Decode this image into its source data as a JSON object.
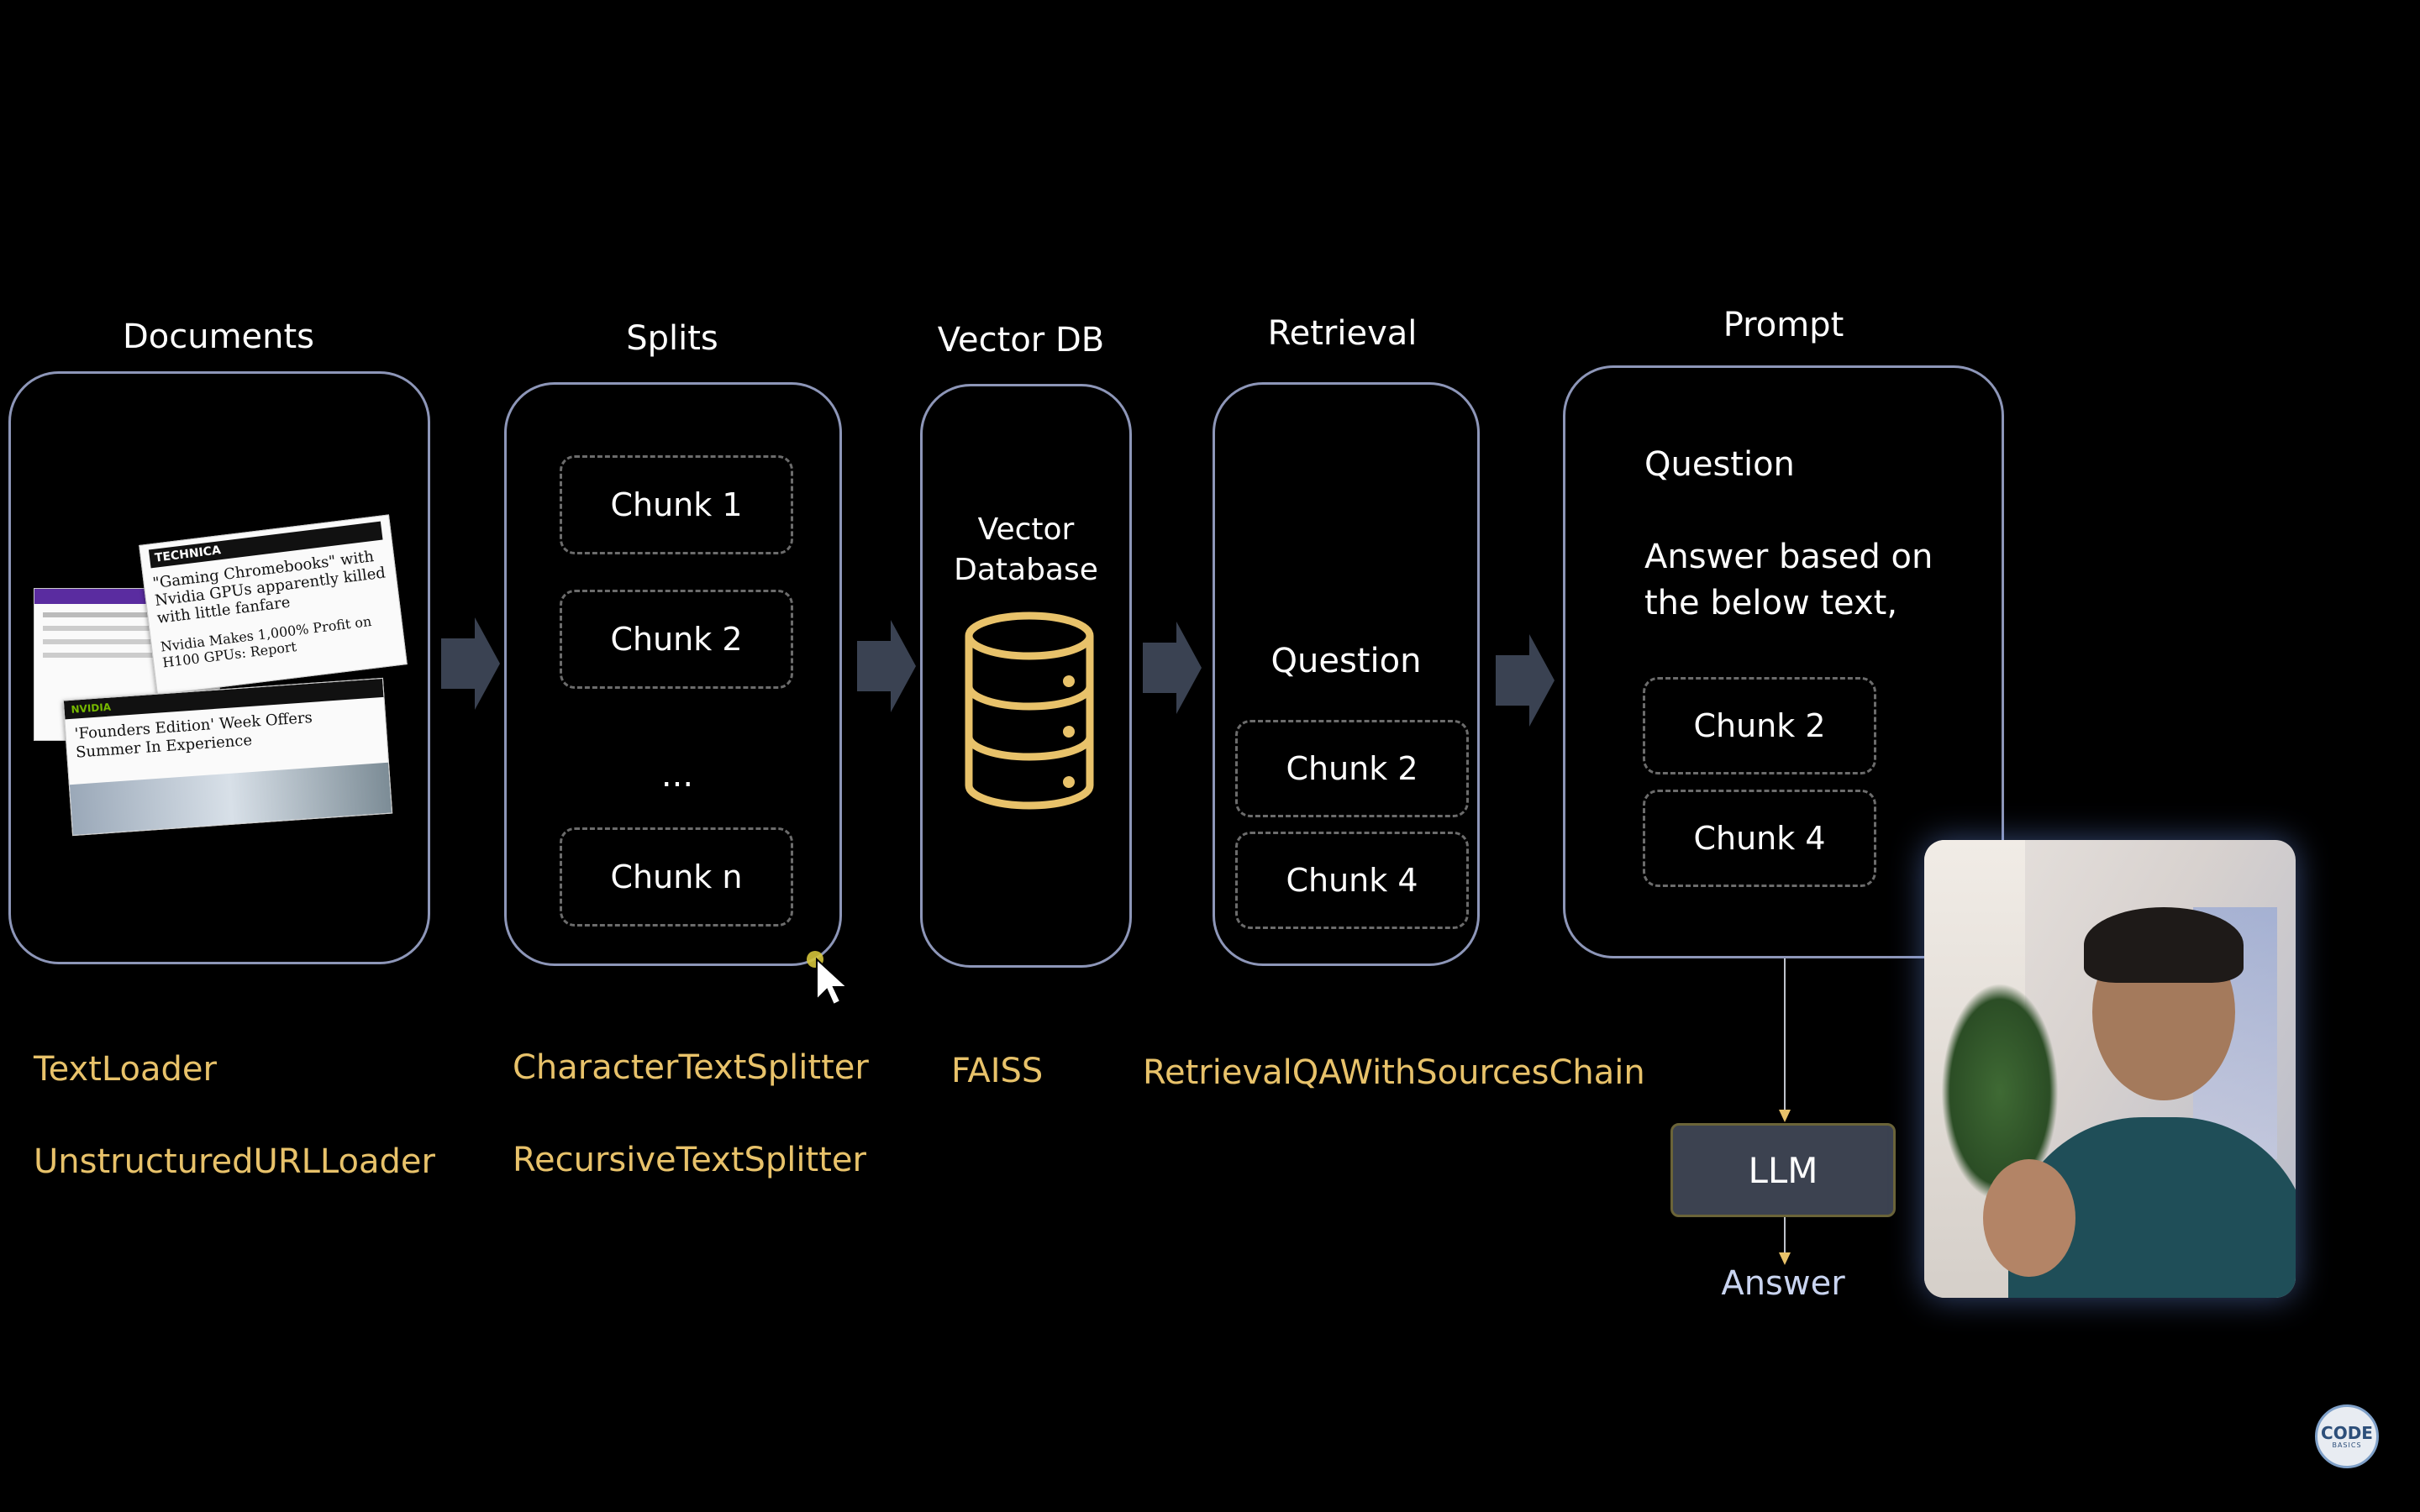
{
  "columns": {
    "documents": "Documents",
    "splits": "Splits",
    "vector_db": "Vector DB",
    "retrieval": "Retrieval",
    "prompt": "Prompt"
  },
  "splits": {
    "chunk1": "Chunk 1",
    "chunk2": "Chunk 2",
    "ellipsis": "...",
    "chunkn": "Chunk n"
  },
  "vector_db": {
    "label_line1": "Vector",
    "label_line2": "Database",
    "icon": "database-icon"
  },
  "retrieval": {
    "question": "Question",
    "chunk_a": "Chunk 2",
    "chunk_b": "Chunk 4"
  },
  "prompt": {
    "question": "Question",
    "instruction_line1": "Answer based on",
    "instruction_line2": "the below text,",
    "chunk_a": "Chunk 2",
    "chunk_b": "Chunk 4"
  },
  "llm": {
    "label": "LLM",
    "answer": "Answer"
  },
  "tools": {
    "loader1": "TextLoader",
    "loader2": "UnstructuredURLLoader",
    "splitter1": "CharacterTextSplitter",
    "splitter2": "RecursiveTextSplitter",
    "vector_store": "FAISS",
    "chain": "RetrievalQAWithSourcesChain"
  },
  "documents_thumbnail": {
    "card1_source": "TECHNICA",
    "card1_headline": "\"Gaming Chromebooks\" with Nvidia GPUs apparently killed with little fanfare",
    "card2_headline": "Nvidia Makes 1,000% Profit on H100 GPUs: Report",
    "card3_source": "NVIDIA",
    "card3_headline": "'Founders Edition' Week Offers Summer In Experience"
  },
  "logo": {
    "text": "CODE",
    "subtext": "BASICS"
  },
  "colors": {
    "panel_border": "#8d96b8",
    "gold": "#e8c26a",
    "arrow": "#3a4252",
    "llm_box": "#3c4250"
  }
}
